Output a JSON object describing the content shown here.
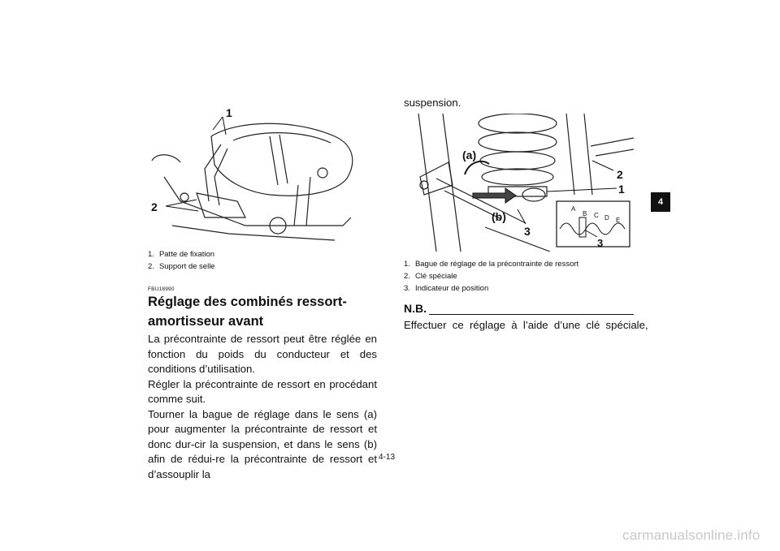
{
  "left_figure": {
    "callouts": [
      "1",
      "2"
    ],
    "captions": [
      {
        "num": "1.",
        "text": "Patte de fixation"
      },
      {
        "num": "2.",
        "text": "Support de selle"
      }
    ]
  },
  "section": {
    "code": "FBU18990",
    "title_line1": "Réglage des combinés ressort-",
    "title_line2": "amortisseur avant",
    "paragraphs": [
      "La précontrainte de ressort peut être réglée en fonction du poids du conducteur et des conditions d’utilisation.",
      "Régler la précontrainte de ressort en procédant comme suit.",
      "Tourner la bague de réglage dans le sens (a) pour augmenter la précontrainte de ressort et donc dur-cir la suspension, et dans le sens (b) afin de rédui-re la précontrainte de ressort et d’assouplir la"
    ]
  },
  "right_column": {
    "continuation": "suspension.",
    "figure": {
      "callouts": [
        "(a)",
        "(b)",
        "1",
        "2",
        "3",
        "3"
      ],
      "scale_letters": [
        "A",
        "B",
        "C",
        "D",
        "E"
      ]
    },
    "captions": [
      {
        "num": "1.",
        "text": "Bague de réglage de la précontrainte de ressort"
      },
      {
        "num": "2.",
        "text": "Clé spéciale"
      },
      {
        "num": "3.",
        "text": "Indicateur de position"
      }
    ],
    "nb_title": "N.B.",
    "nb_text": "Effectuer ce réglage à l’aide d’une clé spéciale,"
  },
  "chapter_tab": "4",
  "page_number": "4-13",
  "watermark": "carmanualsonline.info"
}
